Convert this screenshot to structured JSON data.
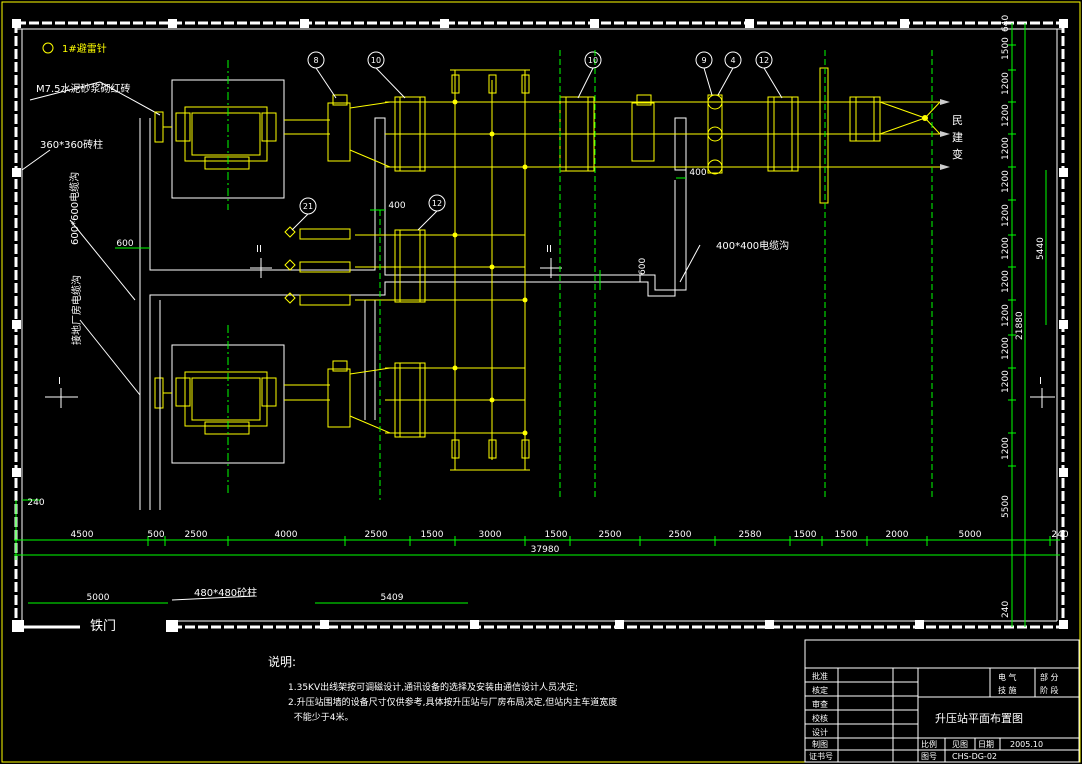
{
  "legend": {
    "lightning_rod": "1#避雷针"
  },
  "labels": {
    "wall": "M7.5水泥砂浆砌红砖",
    "brick_column": "360*360砖柱",
    "cable_trench_a": "600*600电缆沟",
    "cable_trench_b": "接地厂房电缆沟",
    "trench_400": "400*400电缆沟",
    "concrete_column": "480*480砼柱",
    "gate": "铁门",
    "outgoing": [
      "民",
      "建",
      "变"
    ],
    "section_I": "I",
    "section_II": "II"
  },
  "callouts": [
    "8",
    "10",
    "10",
    "9",
    "4",
    "12",
    "21",
    "12"
  ],
  "bottom_dims": [
    "4500",
    "500",
    "2500",
    "4000",
    "2500",
    "1500",
    "3000",
    "1500",
    "2500",
    "2500",
    "2580",
    "1500",
    "1500",
    "2000",
    "5000",
    "240"
  ],
  "total_width": "37980",
  "left_small_dim": "240",
  "gate_dims": [
    "5000",
    "5409"
  ],
  "inner_dims": [
    "600",
    "400",
    "400",
    "600"
  ],
  "right_dims": [
    "640",
    "1500",
    "1200",
    "1200",
    "1200",
    "1200",
    "1200",
    "1200",
    "1200",
    "1200",
    "1200",
    "1200",
    "1200",
    "5500",
    "240"
  ],
  "right_total": "21880",
  "right_span": "5440",
  "notes": {
    "title": "说明:",
    "items": [
      "1.35KV出线架按可调磁设计,通讯设备的选择及安装由通信设计人员决定;",
      "2.升压站围墙的设备尺寸仅供参考,具体按升压站与厂房布局决定,但站内主车道宽度",
      "  不能少于4米。"
    ]
  },
  "title_block": {
    "left_rows": [
      "批准",
      "核定",
      "审查",
      "校核",
      "设计",
      "制图",
      "证书号"
    ],
    "discipline": [
      "电 气",
      "部 分"
    ],
    "stage": [
      "技 施",
      "阶 段"
    ],
    "drawing_title": "升压站平面布置图",
    "scale_label": "比例",
    "scale_value": "见图",
    "date_label": "日期",
    "date_value": "2005.10",
    "drawing_no_label": "图号",
    "drawing_no": "CHS-DG-02"
  }
}
